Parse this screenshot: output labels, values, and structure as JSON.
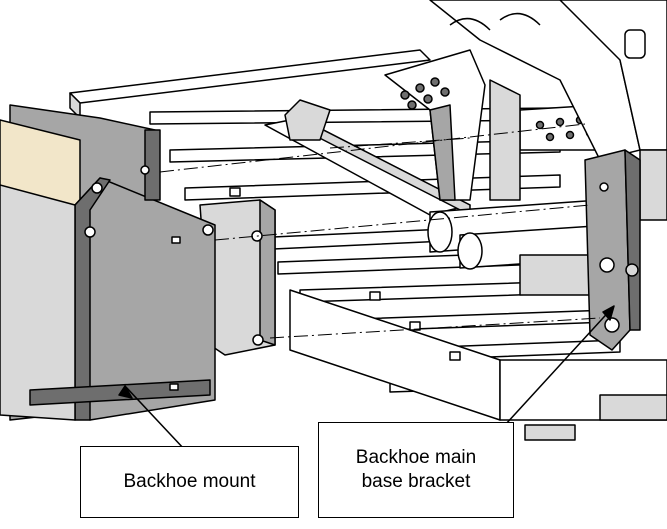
{
  "callouts": {
    "mount_label": "Backhoe mount",
    "base_bracket_line1": "Backhoe main",
    "base_bracket_line2": "base bracket"
  },
  "colors": {
    "line": "#000000",
    "light_gray": "#d9d9d9",
    "mid_gray": "#a6a6a6",
    "dark_gray": "#6e6e6e",
    "tan_strap": "#f2e6c9",
    "paper": "#ffffff"
  }
}
